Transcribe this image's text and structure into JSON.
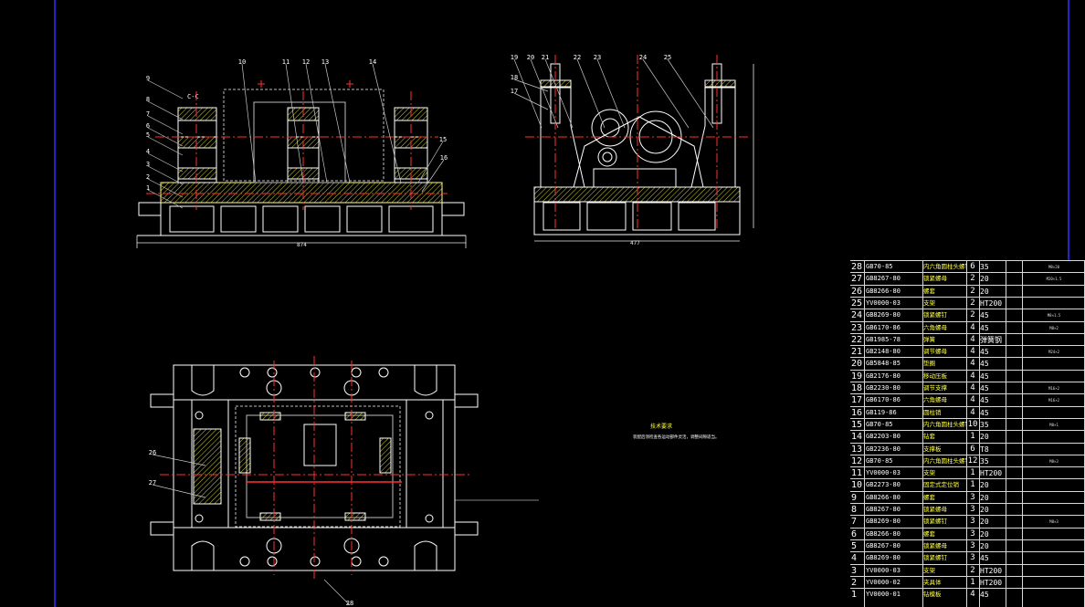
{
  "colors": {
    "background": "#000000",
    "outline": "#ffffff",
    "centerline": "#ff3030",
    "dimension": "#e8e8e8",
    "leader": "#c8c8c8",
    "hatch": "#ffff40",
    "frame": "#3030ff",
    "table_text": "#ffffff",
    "table_name": "#ffff40"
  },
  "front_view": {
    "section_label": "C-C",
    "balloons_left": [
      "9",
      "8",
      "7",
      "6",
      "5",
      "4",
      "3",
      "2",
      "1"
    ],
    "balloons_top": [
      "10",
      "11",
      "12",
      "13",
      "14"
    ],
    "balloons_right": [
      "15",
      "16"
    ],
    "overall_dimension": "874"
  },
  "side_view": {
    "balloons_top": [
      "19",
      "20",
      "21",
      "22",
      "23",
      "24",
      "25"
    ],
    "balloons_left": [
      "18",
      "17"
    ],
    "overall_dimension": "477"
  },
  "plan_view": {
    "balloons": [
      "26",
      "27",
      "28"
    ]
  },
  "tech_requirements": {
    "title": "技术要求",
    "body": "装配后须检查各运动部件灵活，调整间隙适当。"
  },
  "bom": {
    "rows": [
      {
        "no": "28",
        "code": "GB70-85",
        "name": "内六角圆柱头螺钉",
        "qty": "6",
        "material": "35",
        "note": "M8×20"
      },
      {
        "no": "27",
        "code": "GB8267-80",
        "name": "锁紧螺母",
        "qty": "2",
        "material": "20",
        "note": "M20×1.5"
      },
      {
        "no": "26",
        "code": "GB8266-80",
        "name": "螺套",
        "qty": "2",
        "material": "20",
        "note": ""
      },
      {
        "no": "25",
        "code": "YV0000-03",
        "name": "支架",
        "qty": "2",
        "material": "HT200",
        "note": ""
      },
      {
        "no": "24",
        "code": "GB8269-80",
        "name": "锁紧螺钉",
        "qty": "2",
        "material": "45",
        "note": "M8×1.5"
      },
      {
        "no": "23",
        "code": "GB6170-86",
        "name": "六角螺母",
        "qty": "4",
        "material": "45",
        "note": "M8×2"
      },
      {
        "no": "22",
        "code": "GB1985-78",
        "name": "弹簧",
        "qty": "4",
        "material": "弹簧钢",
        "note": ""
      },
      {
        "no": "21",
        "code": "GB2148-80",
        "name": "调节螺母",
        "qty": "4",
        "material": "45",
        "note": "M24×2"
      },
      {
        "no": "20",
        "code": "GB5848-85",
        "name": "垫圈",
        "qty": "4",
        "material": "45",
        "note": ""
      },
      {
        "no": "19",
        "code": "GB2176-80",
        "name": "移动压板",
        "qty": "4",
        "material": "45",
        "note": ""
      },
      {
        "no": "18",
        "code": "GB2230-80",
        "name": "调节支撑",
        "qty": "4",
        "material": "45",
        "note": "M16×2"
      },
      {
        "no": "17",
        "code": "GB6170-86",
        "name": "六角螺母",
        "qty": "4",
        "material": "45",
        "note": "M16×2"
      },
      {
        "no": "16",
        "code": "GB119-86",
        "name": "圆柱销",
        "qty": "4",
        "material": "45",
        "note": ""
      },
      {
        "no": "15",
        "code": "GB70-85",
        "name": "内六角圆柱头螺钉",
        "qty": "10",
        "material": "35",
        "note": "M8×1"
      },
      {
        "no": "14",
        "code": "GB2203-80",
        "name": "钻套",
        "qty": "1",
        "material": "20",
        "note": ""
      },
      {
        "no": "13",
        "code": "GB2236-80",
        "name": "支撑板",
        "qty": "6",
        "material": "T8",
        "note": ""
      },
      {
        "no": "12",
        "code": "GB70-85",
        "name": "内六角圆柱头螺钉",
        "qty": "12",
        "material": "35",
        "note": "M8×3"
      },
      {
        "no": "11",
        "code": "YV0000-03",
        "name": "支架",
        "qty": "1",
        "material": "HT200",
        "note": ""
      },
      {
        "no": "10",
        "code": "GB2273-80",
        "name": "固定式定位销",
        "qty": "1",
        "material": "20",
        "note": ""
      },
      {
        "no": "9",
        "code": "GB8266-80",
        "name": "螺套",
        "qty": "3",
        "material": "20",
        "note": ""
      },
      {
        "no": "8",
        "code": "GB8267-80",
        "name": "锁紧螺母",
        "qty": "3",
        "material": "20",
        "note": ""
      },
      {
        "no": "7",
        "code": "GB8269-80",
        "name": "锁紧螺钉",
        "qty": "3",
        "material": "20",
        "note": "M8×3"
      },
      {
        "no": "6",
        "code": "GB8266-80",
        "name": "螺套",
        "qty": "3",
        "material": "20",
        "note": ""
      },
      {
        "no": "5",
        "code": "GB8267-80",
        "name": "锁紧螺母",
        "qty": "3",
        "material": "20",
        "note": ""
      },
      {
        "no": "4",
        "code": "GB8269-80",
        "name": "锁紧螺钉",
        "qty": "3",
        "material": "45",
        "note": ""
      },
      {
        "no": "3",
        "code": "YV0000-03",
        "name": "支架",
        "qty": "2",
        "material": "HT200",
        "note": ""
      },
      {
        "no": "2",
        "code": "YV0000-02",
        "name": "夹具体",
        "qty": "1",
        "material": "HT200",
        "note": ""
      },
      {
        "no": "1",
        "code": "YV0000-01",
        "name": "钻模板",
        "qty": "4",
        "material": "45",
        "note": ""
      }
    ]
  }
}
